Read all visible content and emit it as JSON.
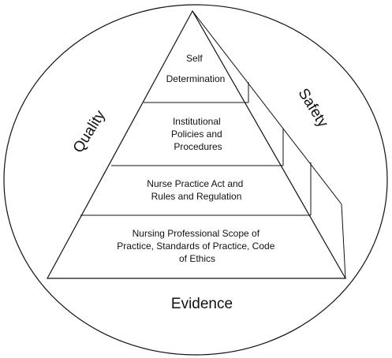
{
  "frame": {
    "left_label": "Quality",
    "right_label": "Safety",
    "bottom_label": "Evidence"
  },
  "tiers": [
    {
      "lines": [
        "Self",
        "Determination"
      ]
    },
    {
      "lines": [
        "Institutional",
        "Policies and",
        "Procedures"
      ]
    },
    {
      "lines": [
        "Nurse Practice Act and",
        "Rules and Regulation"
      ]
    },
    {
      "lines": [
        "Nursing Professional Scope of",
        "Practice, Standards of Practice, Code",
        "of Ethics"
      ]
    }
  ]
}
